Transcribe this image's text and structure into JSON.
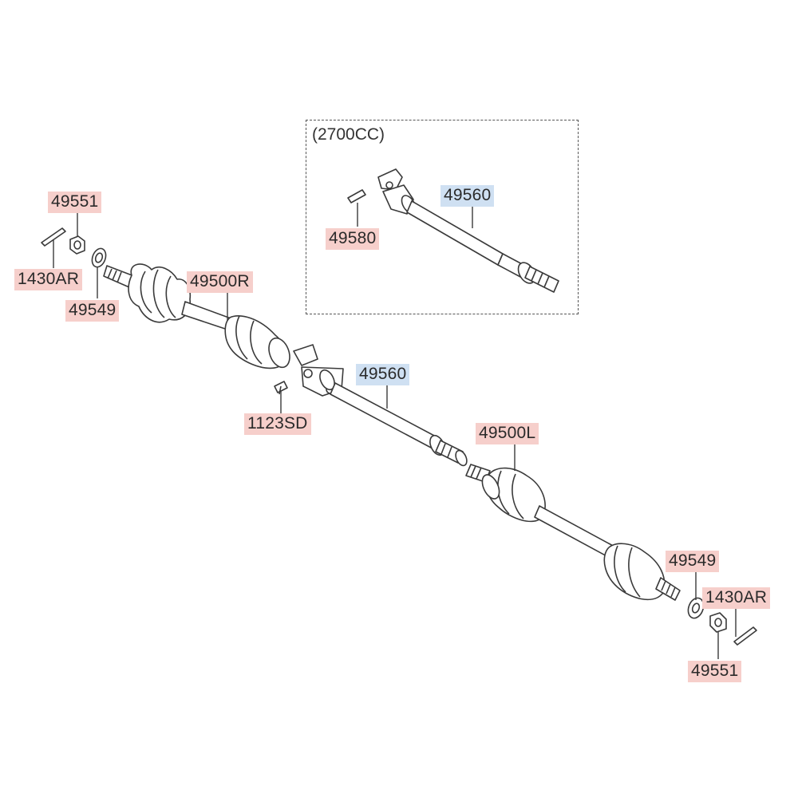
{
  "variant_box": {
    "title": "(2700CC)"
  },
  "labels": {
    "p49551_left": "49551",
    "p1430AR_left": "1430AR",
    "p49549_left": "49549",
    "p49500R": "49500R",
    "p1123SD": "1123SD",
    "p49560_main": "49560",
    "p49500L": "49500L",
    "p49549_right": "49549",
    "p1430AR_right": "1430AR",
    "p49551_right": "49551",
    "p49560_box": "49560",
    "p49580": "49580"
  },
  "colors": {
    "part_label_bg": "#f6cfcb",
    "shaft_label_bg": "#cfe0f2",
    "line": "#3a3a3a"
  }
}
